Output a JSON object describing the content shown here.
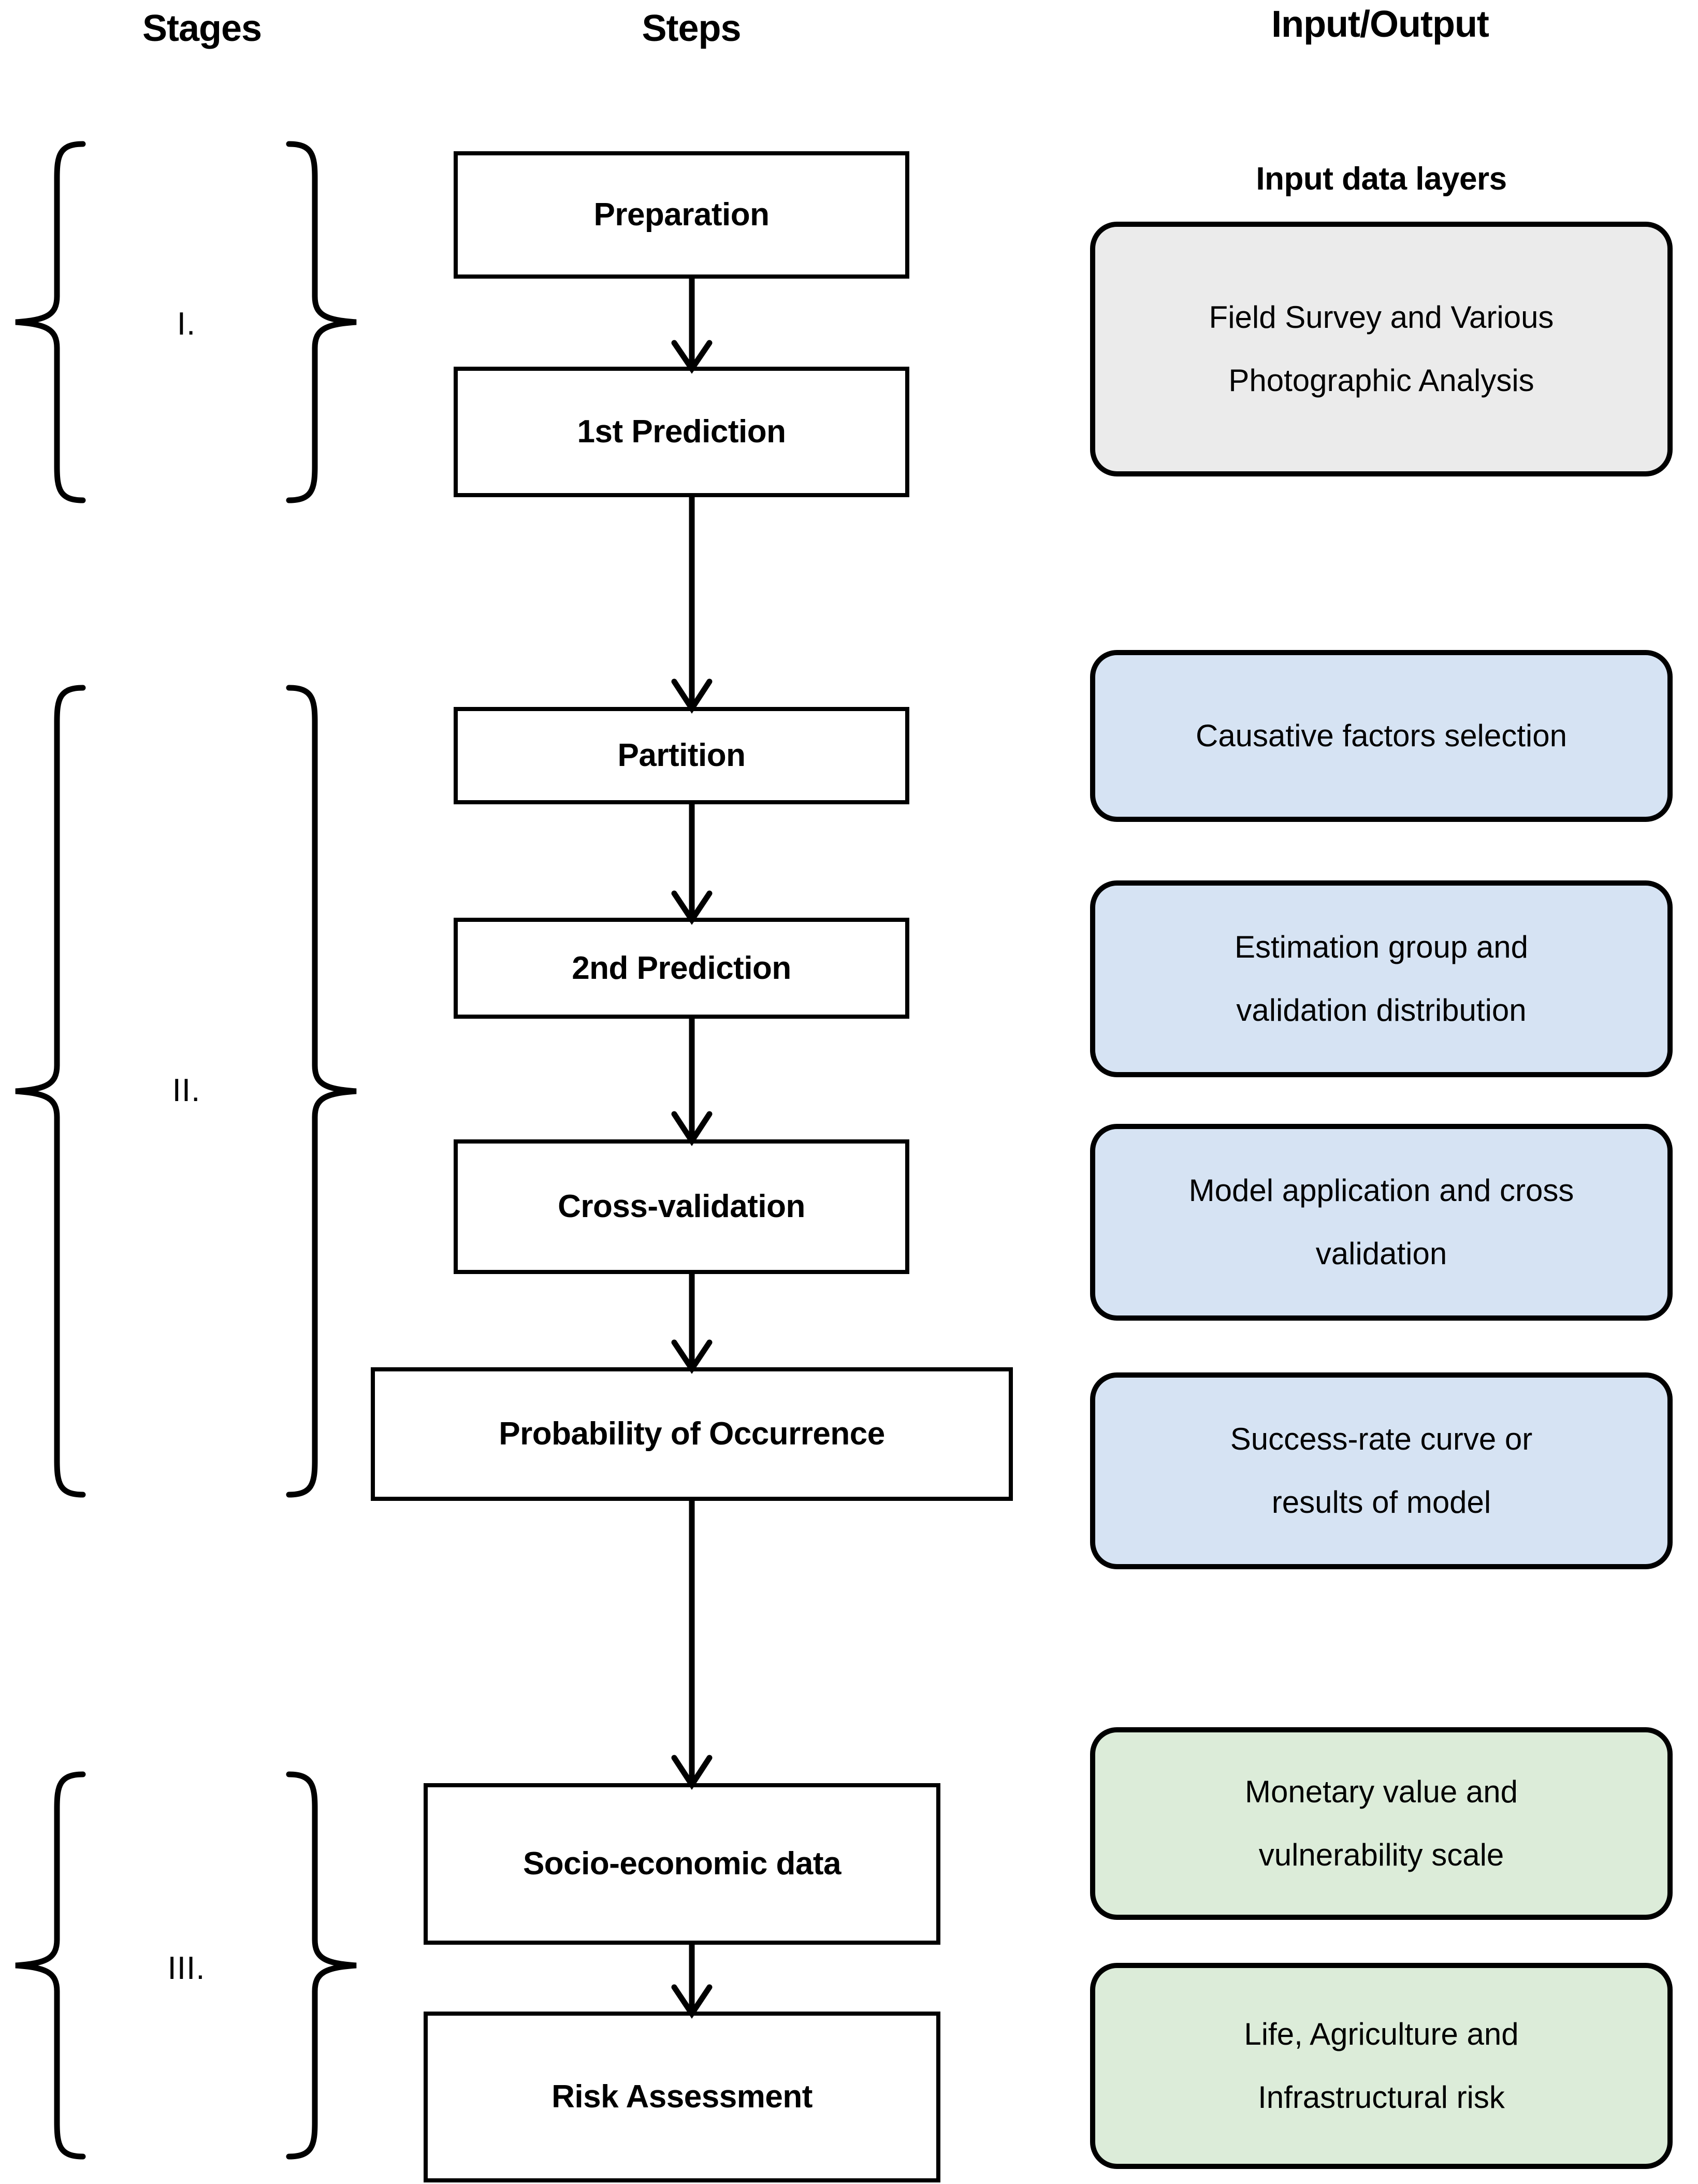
{
  "headers": {
    "stages": "Stages",
    "steps": "Steps",
    "input_output": "Input/Output"
  },
  "io_section_header": "Input data layers",
  "colors": {
    "stage1_io_fill": "#ebebeb",
    "stage2_io_fill": "#d6e3f3",
    "stage3_io_fill": "#dcecd9",
    "outline": "#000000",
    "background": "#ffffff"
  },
  "stages": [
    {
      "numeral": "I."
    },
    {
      "numeral": "II."
    },
    {
      "numeral": "III."
    }
  ],
  "steps": [
    {
      "label": "Preparation"
    },
    {
      "label": "1st Prediction"
    },
    {
      "label": "Partition"
    },
    {
      "label": "2nd Prediction"
    },
    {
      "label": "Cross-validation"
    },
    {
      "label": "Probability of Occurrence"
    },
    {
      "label": "Socio-economic data"
    },
    {
      "label": "Risk Assessment"
    }
  ],
  "io_boxes": [
    {
      "lines": [
        "Field Survey and Various",
        "Photographic Analysis"
      ],
      "group": "stage1"
    },
    {
      "lines": [
        "Causative factors selection"
      ],
      "group": "stage2"
    },
    {
      "lines": [
        "Estimation group and",
        "validation distribution"
      ],
      "group": "stage2"
    },
    {
      "lines": [
        "Model application and cross",
        "validation"
      ],
      "group": "stage2"
    },
    {
      "lines": [
        "Success-rate curve or",
        "results of model"
      ],
      "group": "stage2"
    },
    {
      "lines": [
        "Monetary value and",
        "vulnerability scale"
      ],
      "group": "stage3"
    },
    {
      "lines": [
        "Life, Agriculture and",
        "Infrastructural risk"
      ],
      "group": "stage3"
    }
  ]
}
